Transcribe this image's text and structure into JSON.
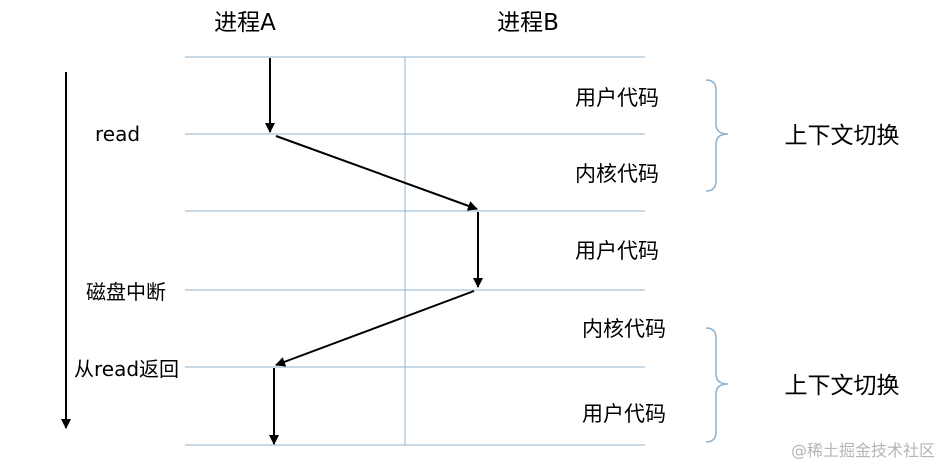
{
  "columns": {
    "process_a": "进程A",
    "process_b": "进程B"
  },
  "events": {
    "read": "read",
    "disk_interrupt": "磁盘中断",
    "return_from_read": "从read返回"
  },
  "segments": [
    "用户代码",
    "内核代码",
    "用户代码",
    "内核代码",
    "用户代码"
  ],
  "context_switches": [
    "上下文切换",
    "上下文切换"
  ],
  "watermark": "@稀土掘金技术社区",
  "colors": {
    "grid_line": "#8fb2cc",
    "arrow": "#000000",
    "brace": "#8fb2cc",
    "watermark": "#b5b5b5"
  }
}
